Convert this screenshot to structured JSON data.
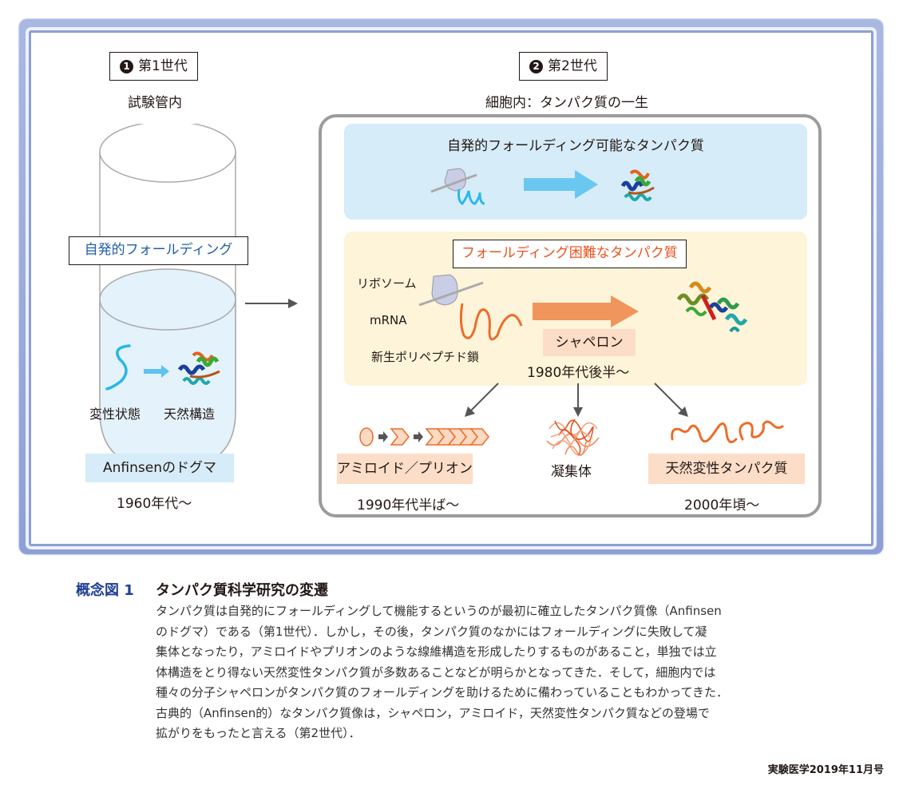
{
  "figure": {
    "generation1": {
      "badge_number": "1",
      "title": "第1世代",
      "subtitle": "試験管内",
      "folding_label": "自発的フォールディング",
      "denatured_label": "変性状態",
      "native_label": "天然構造",
      "dogma_label": "Anfinsenのドグマ",
      "era": "1960年代〜"
    },
    "generation2": {
      "badge_number": "2",
      "title": "第2世代",
      "subtitle": "細胞内：タンパク質の一生",
      "spontaneous_panel_title": "自発的フォールディング可能なタンパク質",
      "difficult_panel_title": "フォールディング困難なタンパク質",
      "ribosome_label": "リボソーム",
      "mrna_label": "mRNA",
      "nascent_chain_label": "新生ポリペプチド鎖",
      "chaperone_label": "シャペロン",
      "chaperone_era": "1980年代後半〜",
      "outcomes": [
        {
          "label": "アミロイド／プリオン",
          "era": "1990年代半ば〜"
        },
        {
          "label": "凝集体",
          "era": ""
        },
        {
          "label": "天然変性タンパク質",
          "era": "2000年頃〜"
        }
      ]
    },
    "colors": {
      "frame": "#8b9fd6",
      "blue_panel": "#d6ecf8",
      "yellow_panel": "#fdf4d9",
      "peach_tag": "#fbddc8",
      "orange_accent": "#e8531e",
      "caption_blue": "#1f3f93"
    }
  },
  "caption": {
    "number": "概念図 1",
    "title": "タンパク質科学研究の変遷",
    "lines": [
      "タンパク質は自発的にフォールディングして機能するというのが最初に確立したタンパク質像（Anfinsen",
      "のドグマ）である（第1世代）．しかし，その後，タンパク質のなかにはフォールディングに失敗して凝",
      "集体となったり，アミロイドやプリオンのような線維構造を形成したりするものがあること，単独では立",
      "体構造をとり得ない天然変性タンパク質が多数あることなどが明らかとなってきた．そして，細胞内では",
      "種々の分子シャペロンがタンパク質のフォールディングを助けるために備わっていることもわかってきた．",
      "古典的（Anfinsen的）なタンパク質像は，シャペロン，アミロイド，天然変性タンパク質などの登場で",
      "拡がりをもったと言える（第2世代）．"
    ]
  },
  "source": "実験医学2019年11月号"
}
